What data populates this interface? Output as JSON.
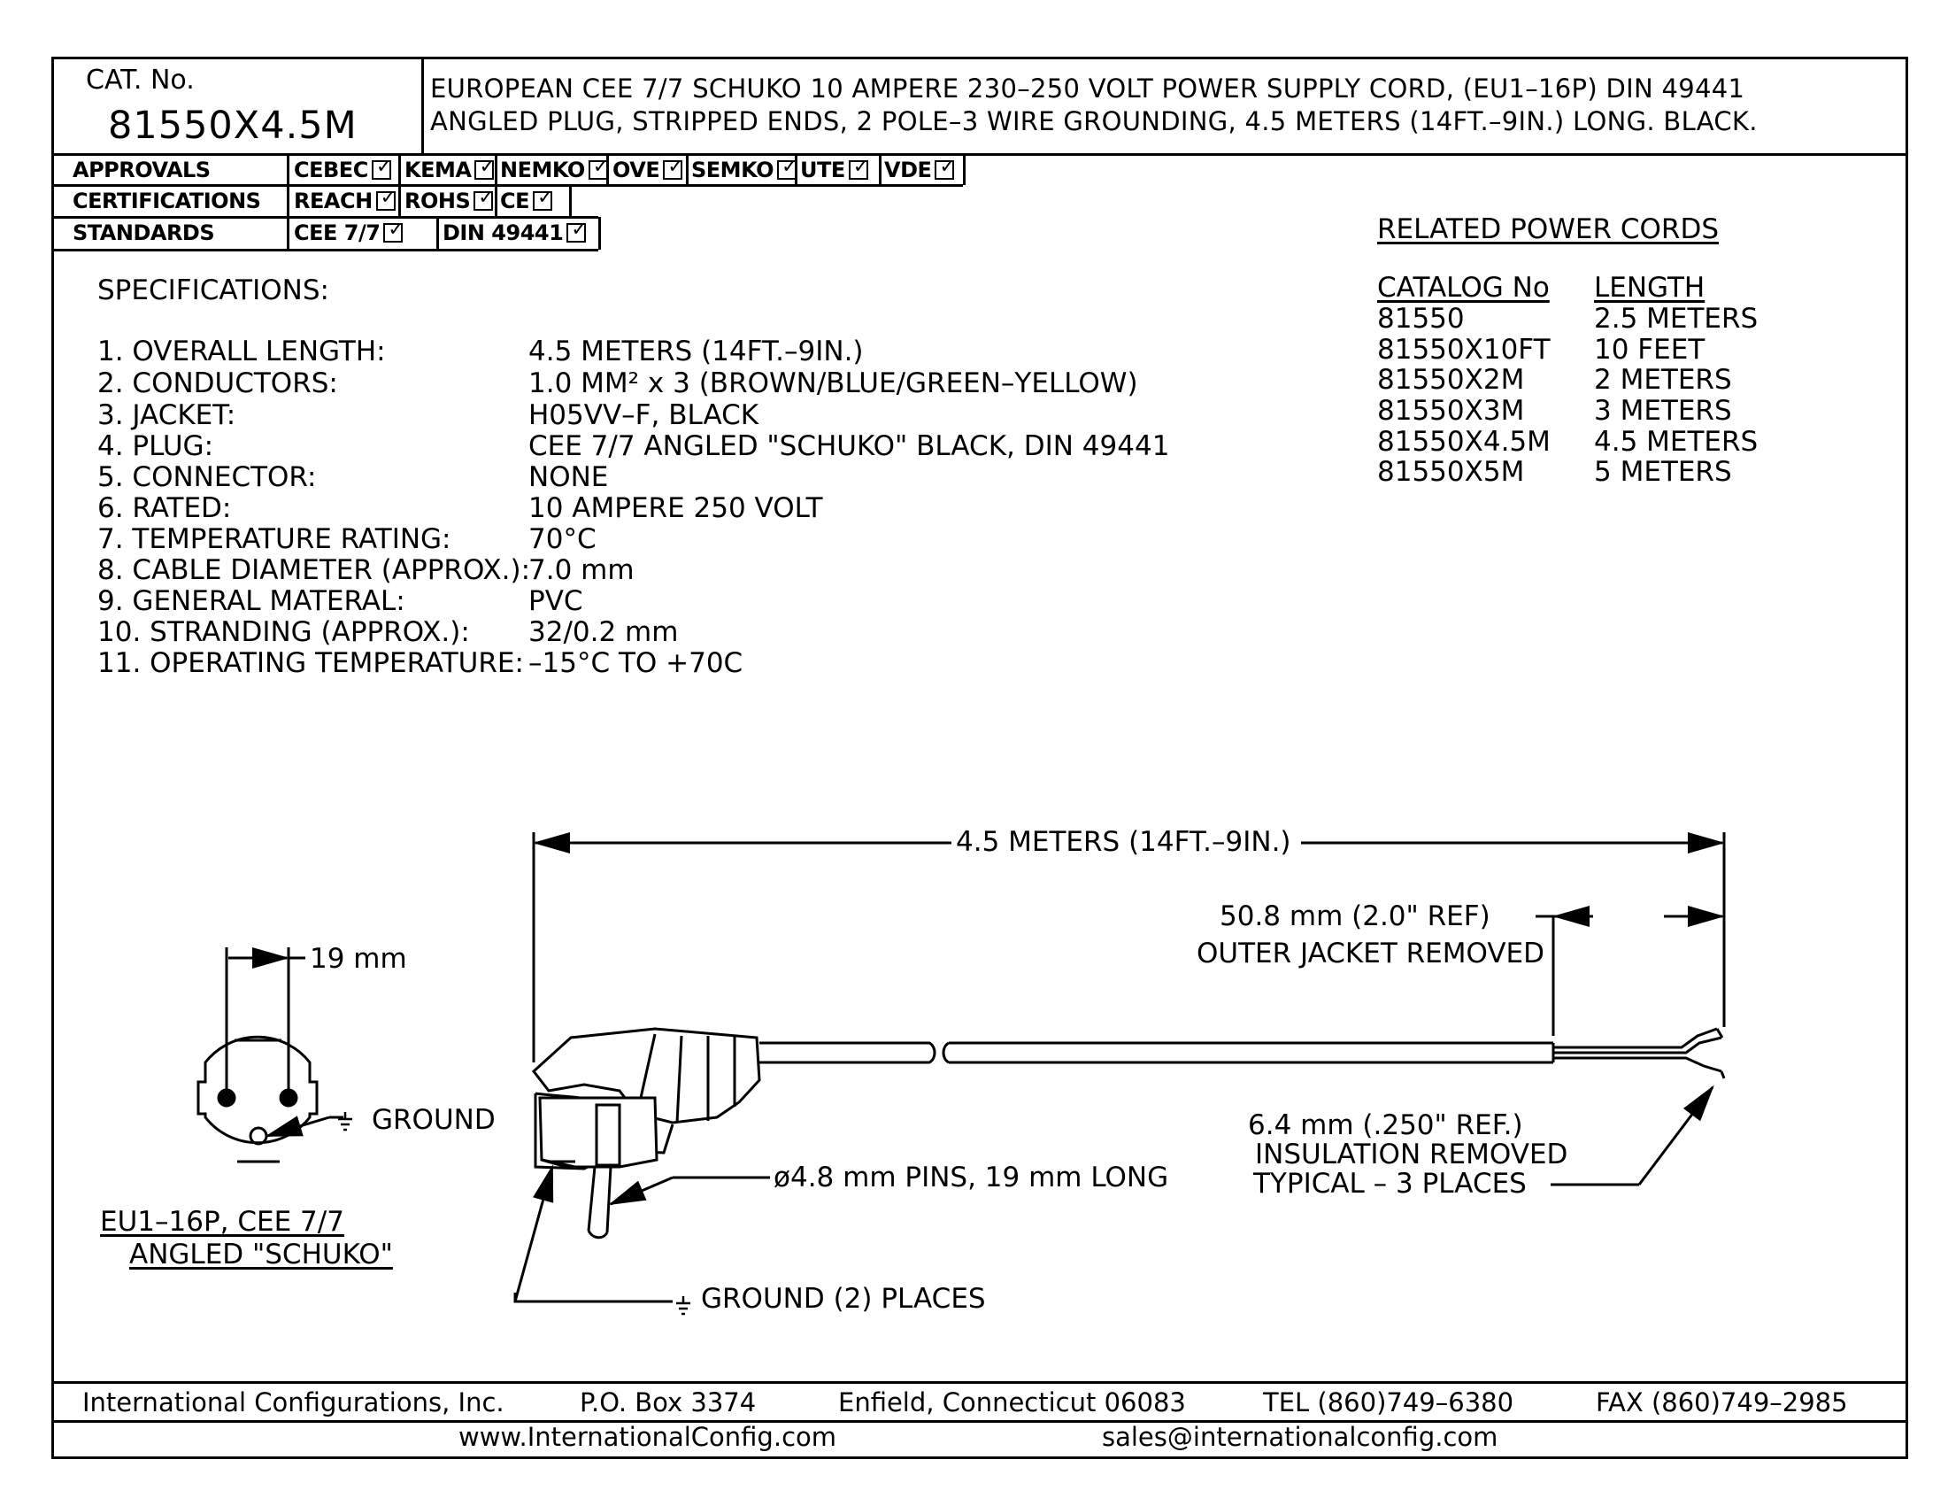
{
  "header": {
    "cat_label": "CAT. No.",
    "cat_number": "81550X4.5M",
    "title_line1": "EUROPEAN CEE 7/7 SCHUKO 10 AMPERE 230–250 VOLT POWER SUPPLY CORD, (EU1–16P) DIN 49441",
    "title_line2": "ANGLED PLUG, STRIPPED ENDS, 2 POLE–3 WIRE GROUNDING, 4.5 METERS (14FT.–9IN.) LONG. BLACK."
  },
  "approvals": {
    "label": "APPROVALS",
    "items": [
      "CEBEC",
      "KEMA",
      "NEMKO",
      "OVE",
      "SEMKO",
      "UTE",
      "VDE"
    ]
  },
  "certifications": {
    "label": "CERTIFICATIONS",
    "items": [
      "REACH",
      "ROHS",
      "CE"
    ]
  },
  "standards": {
    "label": "STANDARDS",
    "items": [
      "CEE 7/7",
      "DIN 49441"
    ]
  },
  "specifications": {
    "heading": "SPECIFICATIONS:",
    "rows": [
      {
        "label": "1. OVERALL LENGTH:",
        "value": "4.5 METERS (14FT.–9IN.)"
      },
      {
        "label": "2. CONDUCTORS:",
        "value": "1.0 MM² x 3 (BROWN/BLUE/GREEN–YELLOW)"
      },
      {
        "label": "3. JACKET:",
        "value": "H05VV–F, BLACK"
      },
      {
        "label": "4. PLUG:",
        "value": "CEE 7/7 ANGLED \"SCHUKO\" BLACK, DIN 49441"
      },
      {
        "label": "5. CONNECTOR:",
        "value": "NONE"
      },
      {
        "label": "6. RATED:",
        "value": "10 AMPERE 250 VOLT"
      },
      {
        "label": "7. TEMPERATURE RATING:",
        "value": "70°C"
      },
      {
        "label": "8. CABLE DIAMETER (APPROX.):",
        "value": "7.0 mm"
      },
      {
        "label": "9. GENERAL MATERAL:",
        "value": "PVC"
      },
      {
        "label": "10. STRANDING (APPROX.):",
        "value": "32/0.2 mm"
      },
      {
        "label": "11. OPERATING TEMPERATURE:",
        "value": "–15°C TO +70C"
      }
    ]
  },
  "related": {
    "heading": "RELATED POWER CORDS",
    "col_catalog": "CATALOG No",
    "col_length": "LENGTH",
    "rows": [
      {
        "catalog": "81550",
        "length": "2.5 METERS"
      },
      {
        "catalog": "81550X10FT",
        "length": "10 FEET"
      },
      {
        "catalog": "81550X2M",
        "length": "2 METERS"
      },
      {
        "catalog": "81550X3M",
        "length": "3 METERS"
      },
      {
        "catalog": "81550X4.5M",
        "length": "4.5 METERS"
      },
      {
        "catalog": "81550X5M",
        "length": "5 METERS"
      }
    ]
  },
  "drawing": {
    "overall_dim": "4.5 METERS (14FT.–9IN.)",
    "jacket_dim": "50.8 mm  (2.0\" REF)",
    "jacket_note": "OUTER JACKET REMOVED",
    "pin_spacing": "19 mm",
    "ground_label": "GROUND",
    "plug_caption_1": "EU1–16P, CEE 7/7",
    "plug_caption_2": "ANGLED \"SCHUKO\"",
    "pins_note": "ø4.8 mm PINS, 19 mm LONG",
    "ground_places": "GROUND (2) PLACES",
    "insulation_1": "6.4 mm (.250\" REF.)",
    "insulation_2": "INSULATION REMOVED",
    "insulation_3": "TYPICAL – 3 PLACES"
  },
  "footer": {
    "company": "International Configurations, Inc.",
    "po_box": "P.O. Box 3374",
    "city": "Enfield, Connecticut 06083",
    "tel": "TEL (860)749–6380",
    "fax": "FAX (860)749–2985",
    "website": "www.InternationalConfig.com",
    "email": "sales@internationalconfig.com"
  }
}
